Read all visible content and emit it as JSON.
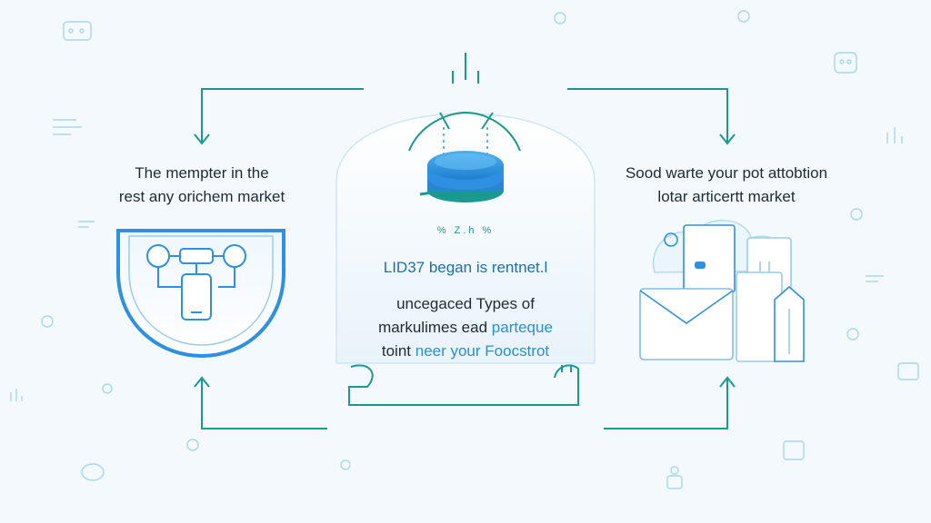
{
  "left_panel": {
    "caption_line1": "The mempter in the",
    "caption_line2": "rest any orichem market"
  },
  "center_panel": {
    "small_label": "% Z.h %",
    "title": "LID37 began is rentnet.l",
    "line2": "uncegaced Types of",
    "line3_plain": "markulimes ead",
    "line3_highlight": "parteque",
    "line4_plain": "toint",
    "line4_highlight": "neer your Foocstrot"
  },
  "right_panel": {
    "caption_line1": "Sood warte your pot attobtion",
    "caption_line2": "lotar articertt market"
  },
  "colors": {
    "accent_teal": "#1a9a8e",
    "accent_blue": "#2f8fe0",
    "icon_outline": "#9ccce6",
    "background": "#f3f9fc"
  }
}
